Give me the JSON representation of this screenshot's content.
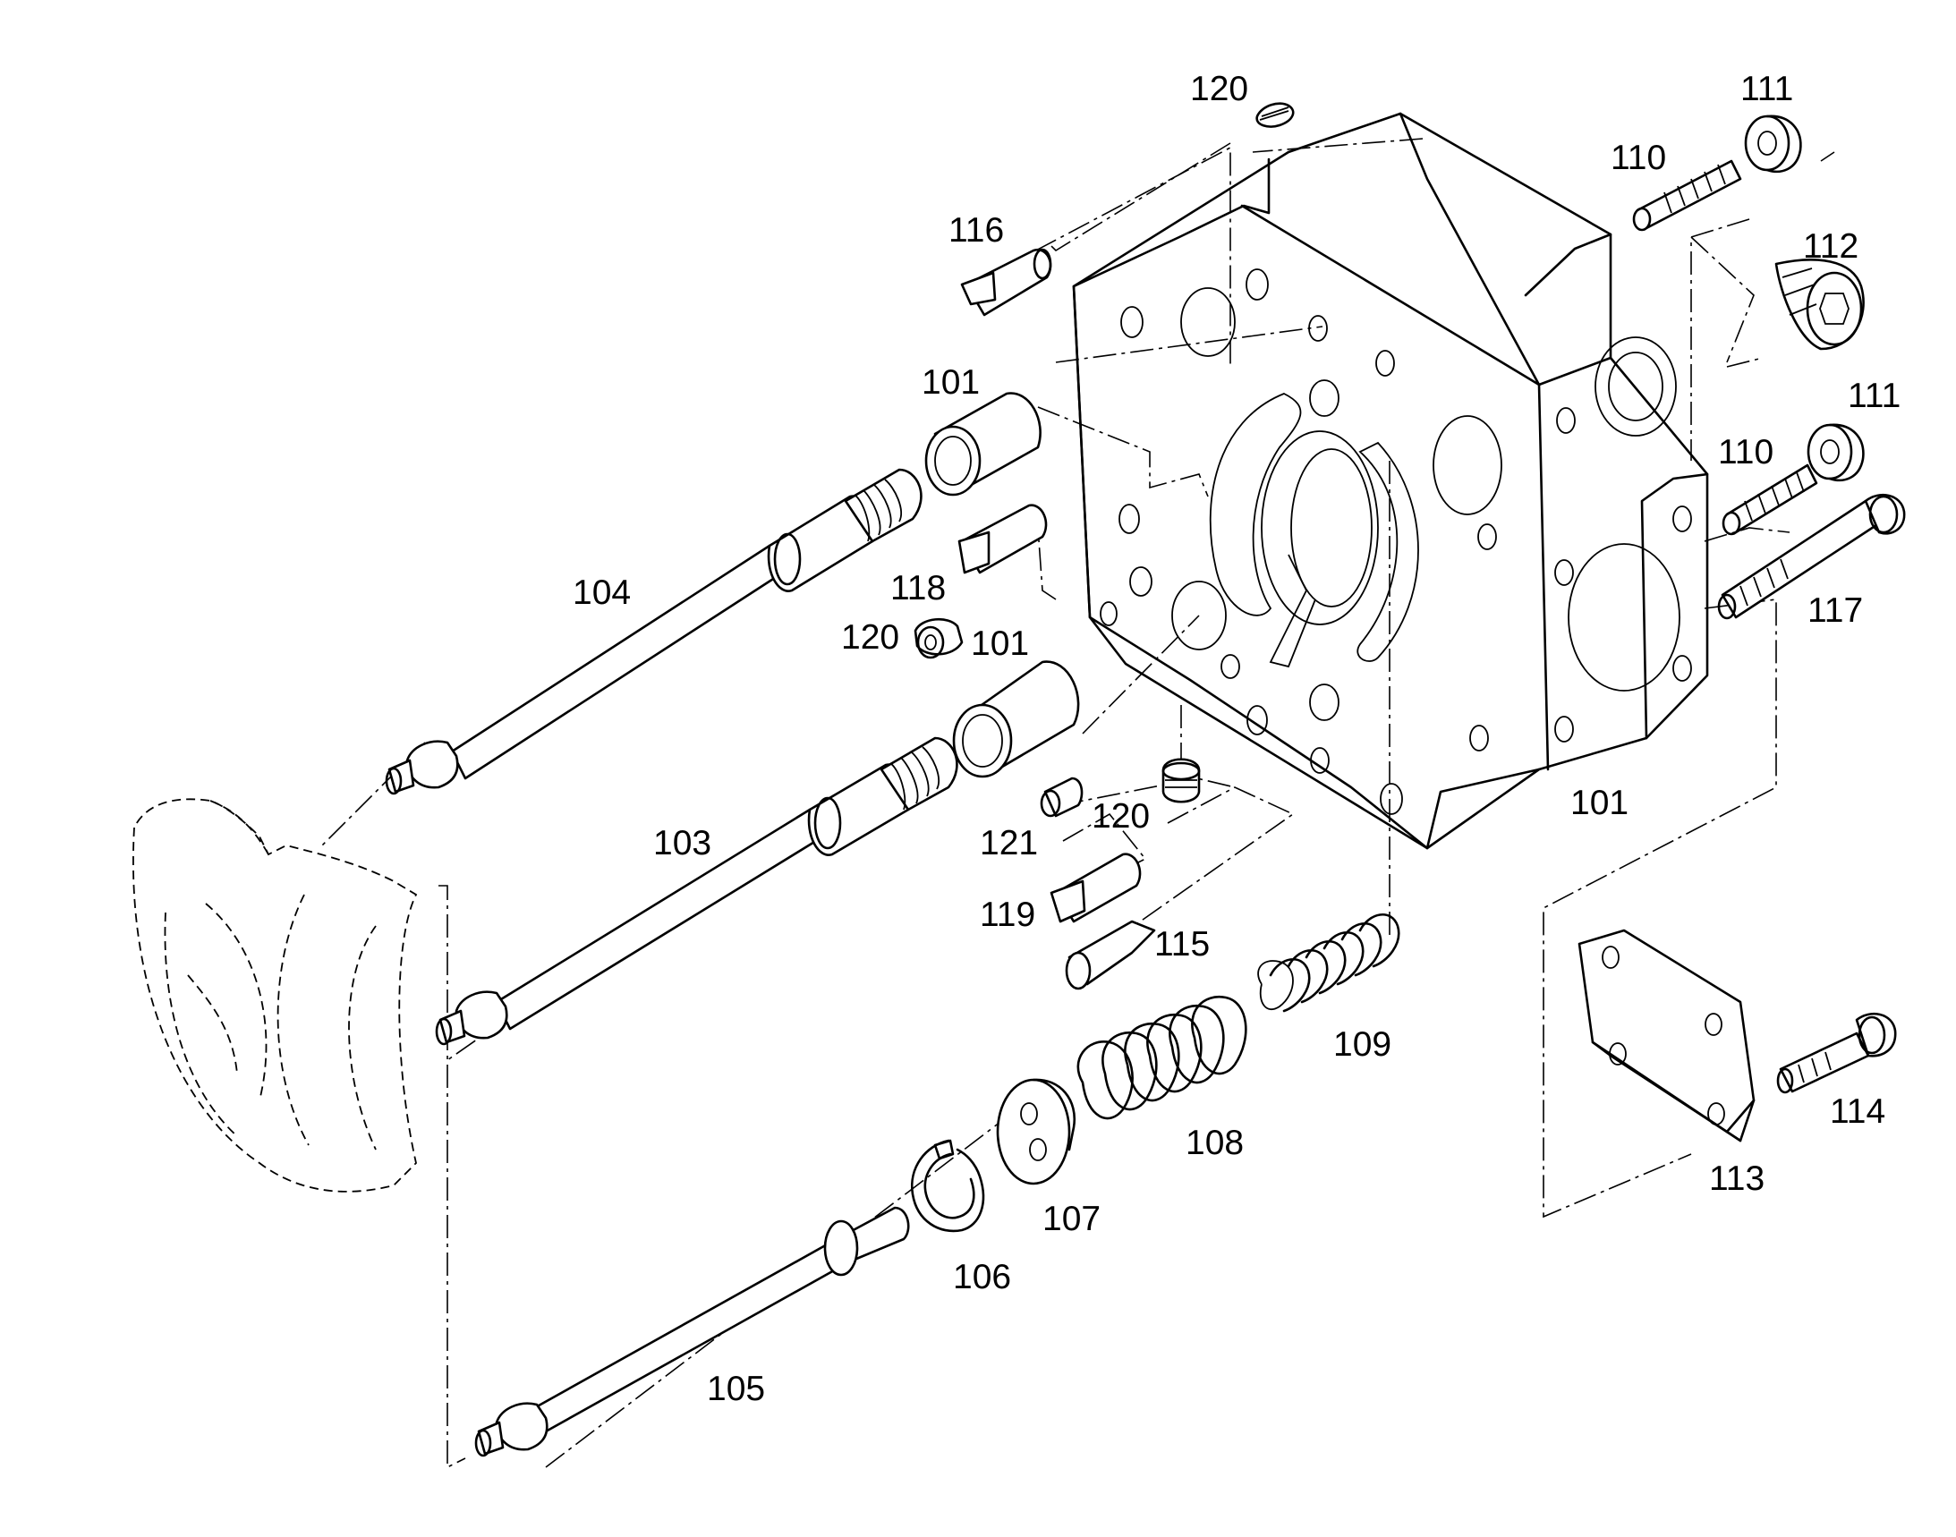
{
  "labels": [
    {
      "id": "120-top",
      "text": "120"
    },
    {
      "id": "111-top",
      "text": "111"
    },
    {
      "id": "110-top",
      "text": "110"
    },
    {
      "id": "116",
      "text": "116"
    },
    {
      "id": "112",
      "text": "112"
    },
    {
      "id": "101-top",
      "text": "101"
    },
    {
      "id": "111-mid",
      "text": "111"
    },
    {
      "id": "110-mid",
      "text": "110"
    },
    {
      "id": "104",
      "text": "104"
    },
    {
      "id": "118",
      "text": "118"
    },
    {
      "id": "117",
      "text": "117"
    },
    {
      "id": "120-left",
      "text": "120"
    },
    {
      "id": "101-mid",
      "text": "101"
    },
    {
      "id": "101-right",
      "text": "101"
    },
    {
      "id": "103",
      "text": "103"
    },
    {
      "id": "121",
      "text": "121"
    },
    {
      "id": "120-bottom",
      "text": "120"
    },
    {
      "id": "119",
      "text": "119"
    },
    {
      "id": "115",
      "text": "115"
    },
    {
      "id": "109",
      "text": "109"
    },
    {
      "id": "108",
      "text": "108"
    },
    {
      "id": "114",
      "text": "114"
    },
    {
      "id": "113",
      "text": "113"
    },
    {
      "id": "107",
      "text": "107"
    },
    {
      "id": "106",
      "text": "106"
    },
    {
      "id": "105",
      "text": "105"
    }
  ]
}
